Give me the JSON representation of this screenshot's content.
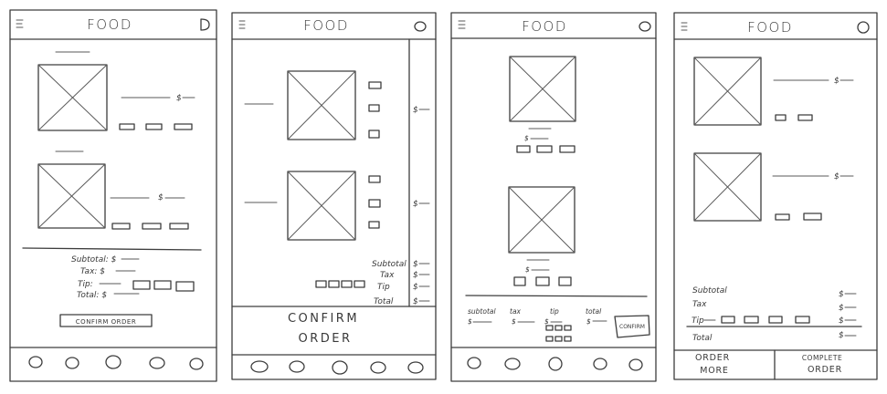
{
  "app_title": "FOOD",
  "dollar": "$",
  "screen1": {
    "subtotal": "Subtotal: $",
    "tax": "Tax: $",
    "tip": "Tip:",
    "total": "Total: $",
    "confirm_button": "CONFIRM ORDER"
  },
  "screen2": {
    "subtotal": "Subtotal",
    "tax": "Tax",
    "tip": "Tip",
    "total": "Total",
    "confirm_line1": "CONFIRM",
    "confirm_line2": "ORDER"
  },
  "screen3": {
    "subtotal": "subtotal",
    "tax": "tax",
    "tip": "tip",
    "total": "total",
    "confirm_button": "CONFIRM"
  },
  "screen4": {
    "subtotal": "Subtotal",
    "tax": "Tax",
    "tip": "Tip",
    "total": "Total",
    "order_more_line1": "ORDER",
    "order_more_line2": "MORE",
    "complete_line1": "COMPLETE",
    "complete_line2": "ORDER"
  }
}
